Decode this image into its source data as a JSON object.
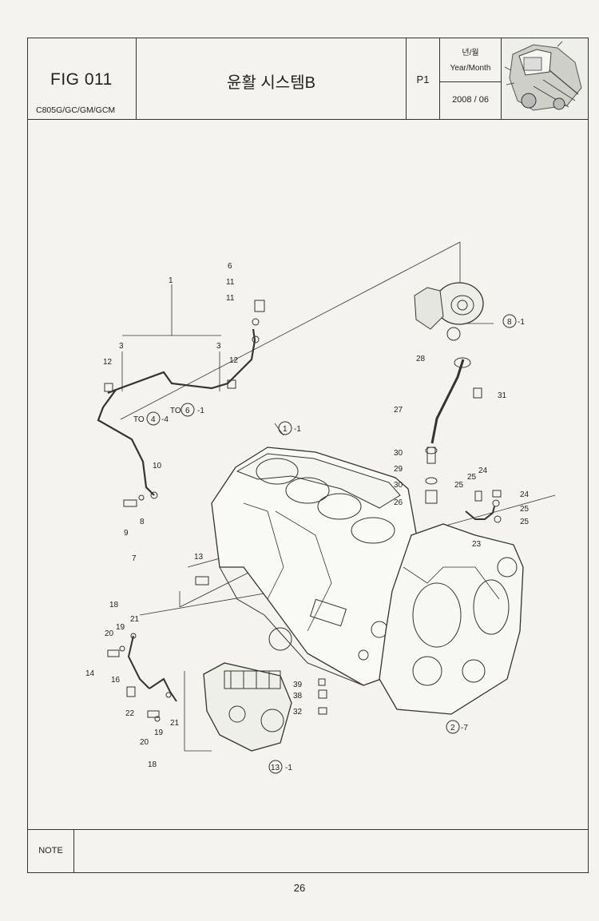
{
  "header": {
    "fig_no": "FIG 011",
    "model": "C805G/GC/GM/GCM",
    "title": "윤활 시스템B",
    "page": "P1",
    "date_label_ko": "년/월",
    "date_label_en": "Year/Month",
    "date_value": "2008 / 06"
  },
  "callouts": {
    "c1": "1",
    "c1r": "-1",
    "c3a": "3",
    "c3b": "3",
    "c6": "6",
    "c11a": "11",
    "c11b": "11",
    "c12a": "12",
    "c12b": "12",
    "to4": "TO",
    "to4n": "4",
    "to4s": "-4",
    "to6": "TO",
    "to6n": "6",
    "to6s": "-1",
    "c8": "8",
    "c8s": "-1",
    "c28": "28",
    "c31": "31",
    "c27": "27",
    "c30a": "30",
    "c29": "29",
    "c30b": "30",
    "c26": "26",
    "c24a": "24",
    "c25a": "25",
    "c25b": "25",
    "c24b": "24",
    "c25c": "25",
    "c25d": "25",
    "c23": "23",
    "c10": "10",
    "c9": "9",
    "c8b": "8",
    "c7": "7",
    "c13": "13",
    "c18a": "18",
    "c21a": "21",
    "c20a": "20",
    "c19a": "19",
    "c14": "14",
    "c16": "16",
    "c22": "22",
    "c21b": "21",
    "c19b": "19",
    "c20b": "20",
    "c18b": "18",
    "c39": "39",
    "c38": "38",
    "c32": "32",
    "c2": "2",
    "c2s": "-7",
    "c13b": "13",
    "c13s": "-1",
    "c1b": "1",
    "c1bs": "-1"
  },
  "note": {
    "label": "NOTE",
    "text": ""
  },
  "footer": {
    "page_number": "26"
  }
}
